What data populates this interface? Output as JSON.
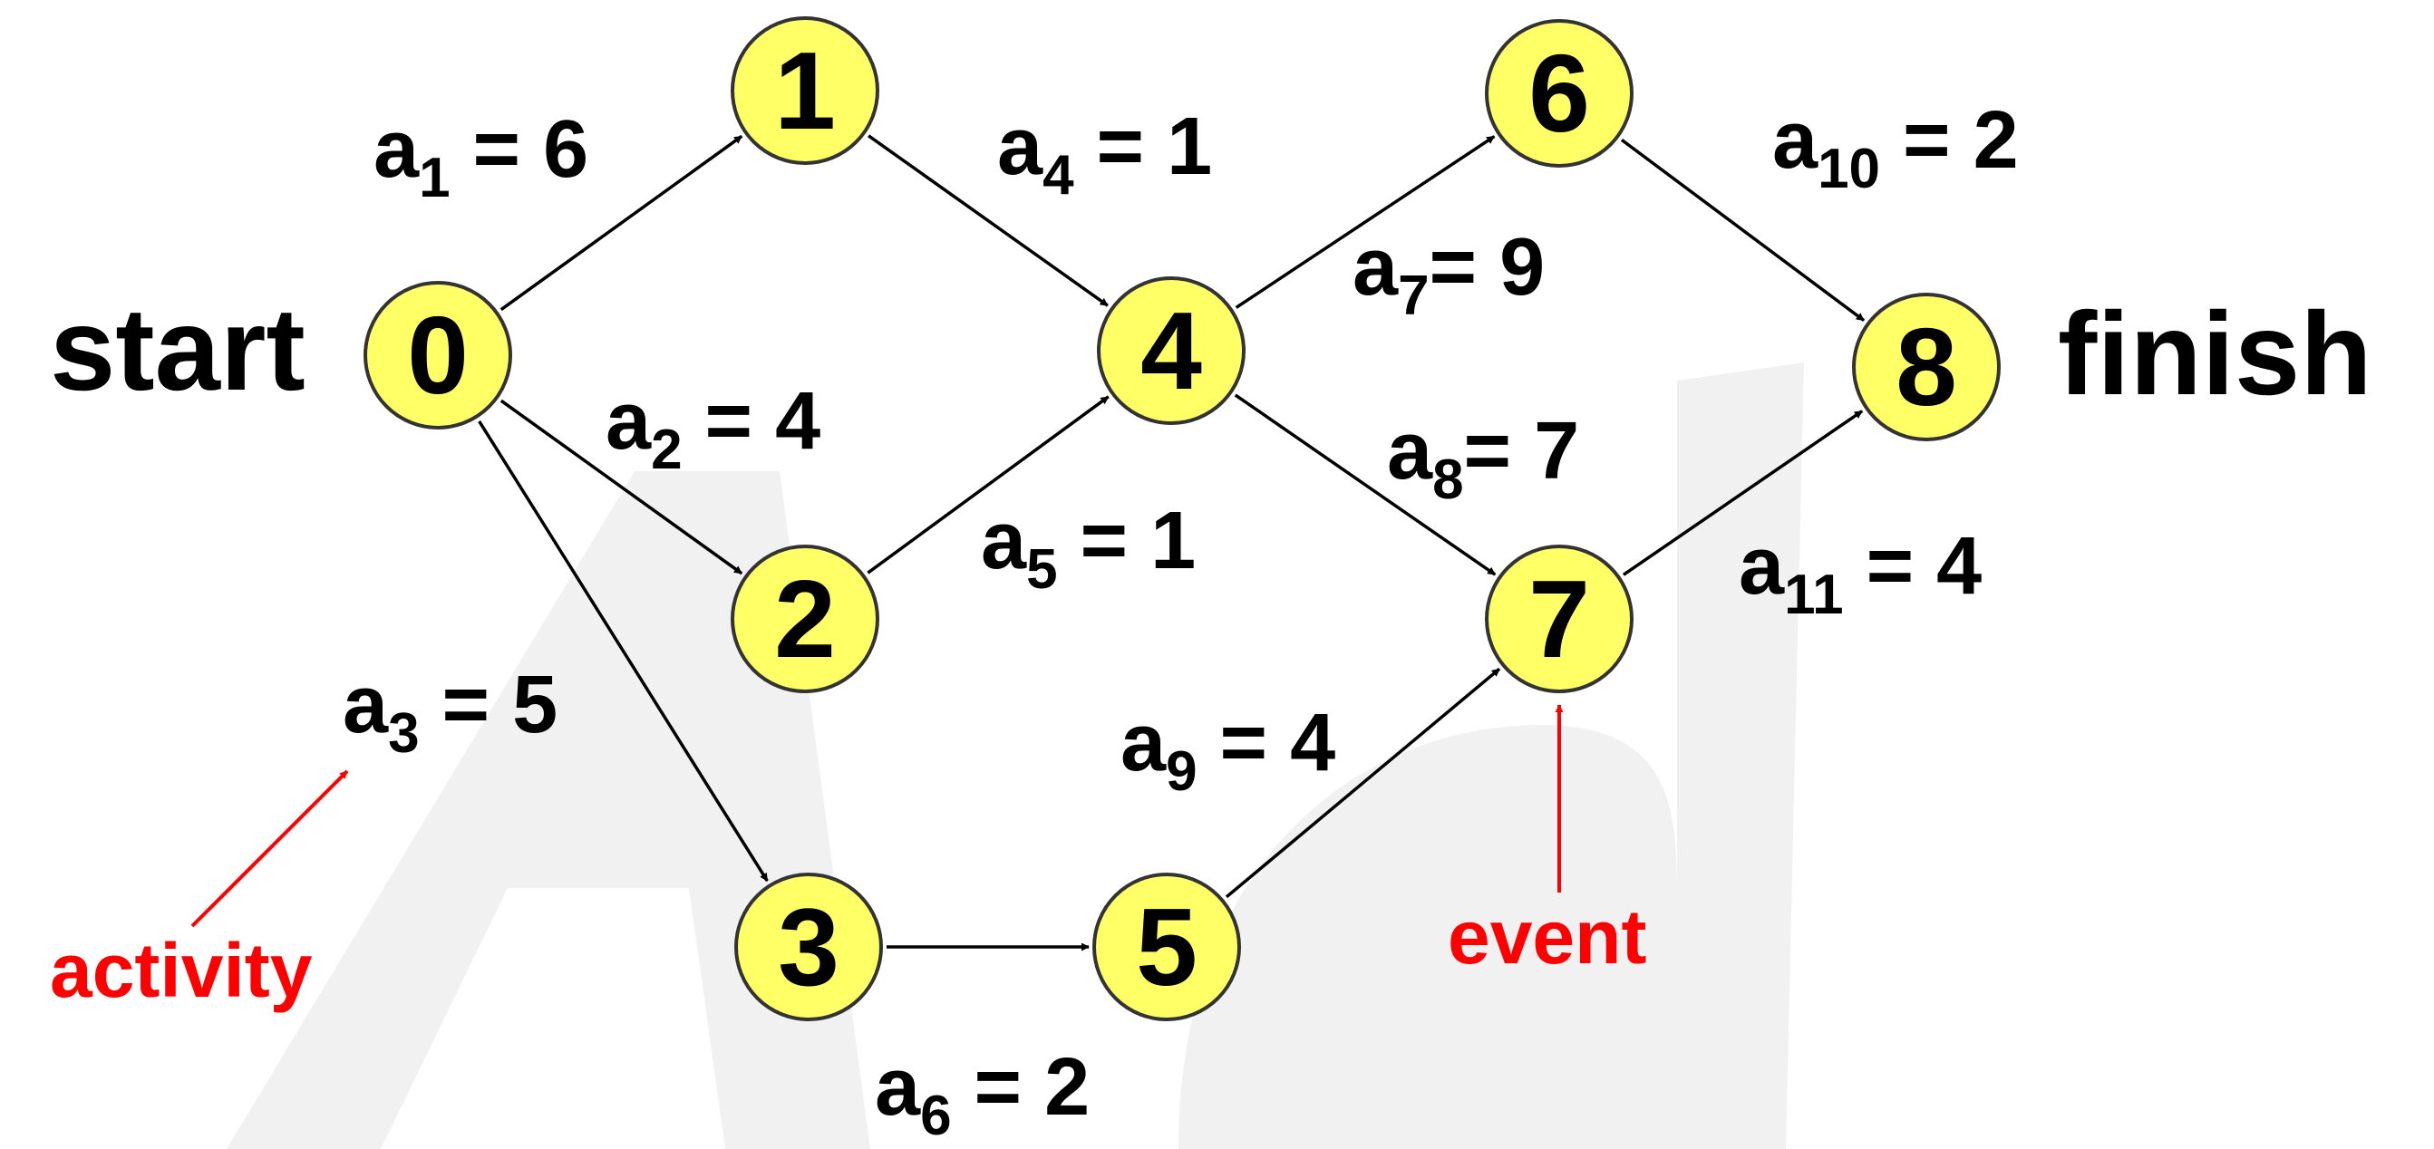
{
  "start_label": "start",
  "finish_label": "finish",
  "colors": {
    "node_fill": "#FFFF66",
    "node_stroke": "#333333",
    "edge": "#000000",
    "annotation": "#FF0000",
    "watermark": "#E6E6E6"
  },
  "nodes": [
    "0",
    "1",
    "2",
    "3",
    "4",
    "5",
    "6",
    "7",
    "8"
  ],
  "activities": [
    {
      "name": "a",
      "sub": "1",
      "eq": " = 6",
      "from": "0",
      "to": "1",
      "duration": 6
    },
    {
      "name": "a",
      "sub": "2",
      "eq": " = 4",
      "from": "0",
      "to": "2",
      "duration": 4
    },
    {
      "name": "a",
      "sub": "3",
      "eq": " = 5",
      "from": "0",
      "to": "3",
      "duration": 5
    },
    {
      "name": "a",
      "sub": "4",
      "eq": " = 1",
      "from": "1",
      "to": "4",
      "duration": 1
    },
    {
      "name": "a",
      "sub": "5",
      "eq": " = 1",
      "from": "2",
      "to": "4",
      "duration": 1
    },
    {
      "name": "a",
      "sub": "6",
      "eq": " = 2",
      "from": "3",
      "to": "5",
      "duration": 2
    },
    {
      "name": "a",
      "sub": "7",
      "eq": "= 9",
      "from": "4",
      "to": "6",
      "duration": 9
    },
    {
      "name": "a",
      "sub": "8",
      "eq": "= 7",
      "from": "4",
      "to": "7",
      "duration": 7
    },
    {
      "name": "a",
      "sub": "9",
      "eq": " = 4",
      "from": "5",
      "to": "7",
      "duration": 4
    },
    {
      "name": "a",
      "sub": "10",
      "eq": " = 2",
      "from": "6",
      "to": "8",
      "duration": 2
    },
    {
      "name": "a",
      "sub": "11",
      "eq": " = 4",
      "from": "7",
      "to": "8",
      "duration": 4
    }
  ],
  "annotations": {
    "activity": "activity",
    "event": "event"
  }
}
